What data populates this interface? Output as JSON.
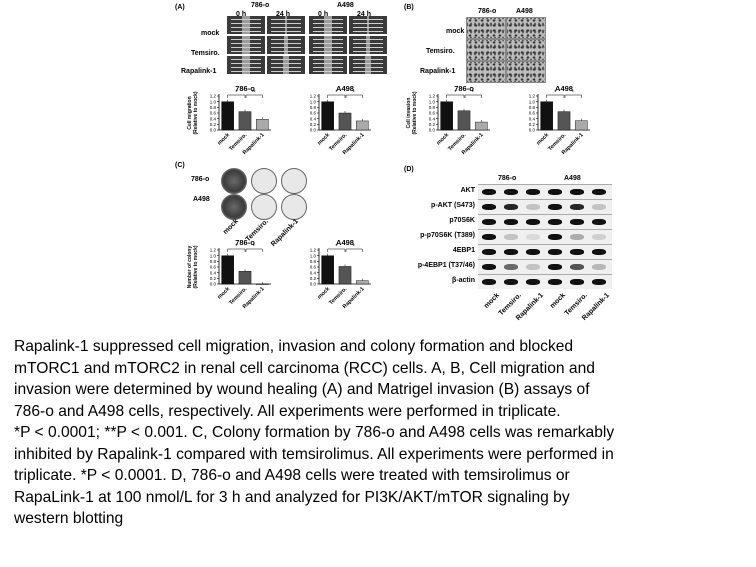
{
  "panelA": {
    "label": "(A)",
    "cell_lines": [
      "786-o",
      "A498"
    ],
    "times": [
      "0 h",
      "24 h",
      "0 h",
      "24 h"
    ],
    "rows": [
      "mock",
      "Temsiro.",
      "Rapalink-1"
    ]
  },
  "panelB": {
    "label": "(B)",
    "cell_lines": [
      "786-o",
      "A498"
    ],
    "rows": [
      "mock",
      "Temsiro.",
      "Rapalink-1"
    ]
  },
  "panelC": {
    "label": "(C)",
    "rows": [
      "786-o",
      "A498"
    ],
    "cols": [
      "mock",
      "Temsiro.",
      "Rapalink-1"
    ]
  },
  "panelD": {
    "label": "(D)",
    "cell_lines": [
      "786-o",
      "A498"
    ],
    "rows": [
      "AKT",
      "p-AKT (S473)",
      "p70S6K",
      "p-p70S6K  (T389)",
      "4EBP1",
      "p-4EBP1 (T37/46)",
      "β-actin"
    ],
    "lanes": [
      "mock",
      "Temsiro.",
      "Rapalink-1",
      "mock",
      "Temsiro.",
      "Rapalink-1"
    ]
  },
  "chart_data": [
    {
      "type": "bar",
      "panel": "A",
      "title": "786-o",
      "ylabel": "Cell migration\n(Relative to mock)",
      "categories": [
        "mock",
        "Temsiro.",
        "Rapalink-1"
      ],
      "values": [
        1.0,
        0.65,
        0.38
      ],
      "ylim": [
        0,
        1.2
      ],
      "yticks": [
        "0.0",
        "0.2",
        "0.4",
        "0.6",
        "0.8",
        "1.0",
        "1.2"
      ],
      "sig": [
        "*",
        "**"
      ]
    },
    {
      "type": "bar",
      "panel": "A",
      "title": "A498",
      "ylabel": "",
      "categories": [
        "mock",
        "Temsiro.",
        "Rapalink-1"
      ],
      "values": [
        1.0,
        0.6,
        0.32
      ],
      "ylim": [
        0,
        1.2
      ],
      "yticks": [
        "0.0",
        "0.2",
        "0.4",
        "0.6",
        "0.8",
        "1.0",
        "1.2"
      ],
      "sig": [
        "*",
        "*"
      ]
    },
    {
      "type": "bar",
      "panel": "B",
      "title": "786-o",
      "ylabel": "Cell invasion\n(Relative to mock)",
      "categories": [
        "mock",
        "Temsiro.",
        "Rapalink-1"
      ],
      "values": [
        1.0,
        0.68,
        0.28
      ],
      "ylim": [
        0,
        1.2
      ],
      "yticks": [
        "0.0",
        "0.2",
        "0.4",
        "0.6",
        "0.8",
        "1.0",
        "1.2"
      ],
      "sig": [
        "*",
        "*"
      ]
    },
    {
      "type": "bar",
      "panel": "B",
      "title": "A498",
      "ylabel": "",
      "categories": [
        "mock",
        "Temsiro.",
        "Rapalink-1"
      ],
      "values": [
        1.0,
        0.65,
        0.33
      ],
      "ylim": [
        0,
        1.2
      ],
      "yticks": [
        "0.0",
        "0.2",
        "0.4",
        "0.6",
        "0.8",
        "1.0",
        "1.2"
      ],
      "sig": [
        "*",
        "*"
      ]
    },
    {
      "type": "bar",
      "panel": "C",
      "title": "786-o",
      "ylabel": "Number of colony\n(Relative to mock)",
      "categories": [
        "mock",
        "Temsiro.",
        "Rapalink-1"
      ],
      "values": [
        1.0,
        0.45,
        0.0
      ],
      "ylim": [
        0,
        1.2
      ],
      "yticks": [
        "0.0",
        "0.2",
        "0.4",
        "0.6",
        "0.8",
        "1.0",
        "1.2"
      ],
      "sig": [
        "*",
        "*"
      ]
    },
    {
      "type": "bar",
      "panel": "C",
      "title": "A498",
      "ylabel": "",
      "categories": [
        "mock",
        "Temsiro.",
        "Rapalink-1"
      ],
      "values": [
        1.0,
        0.62,
        0.12
      ],
      "ylim": [
        0,
        1.2
      ],
      "yticks": [
        "0.0",
        "0.2",
        "0.4",
        "0.6",
        "0.8",
        "1.0",
        "1.2"
      ],
      "sig": [
        "*",
        "*"
      ]
    }
  ],
  "bar_colors": [
    "#111111",
    "#555555",
    "#aaaaaa"
  ],
  "caption": [
    "Rapalink-1 suppressed cell migration, invasion and colony formation and blocked",
    "mTORC1 and mTORC2 in renal cell carcinoma (RCC) cells. A, B, Cell migration and",
    "invasion were determined by wound healing (A) and Matrigel invasion (B) assays of",
    "786-o and A498 cells, respectively. All experiments were performed in triplicate.",
    "*P < 0.0001; **P < 0.001. C, Colony formation by 786-o and A498 cells was remarkably",
    "inhibited by Rapalink-1 compared with temsirolimus. All experiments were performed in",
    "triplicate. *P < 0.0001. D, 786-o and A498 cells were treated with temsirolimus or",
    "RapaLink-1 at 100 nmol/L for 3 h and analyzed for PI3K/AKT/mTOR signaling by",
    "western blotting"
  ]
}
